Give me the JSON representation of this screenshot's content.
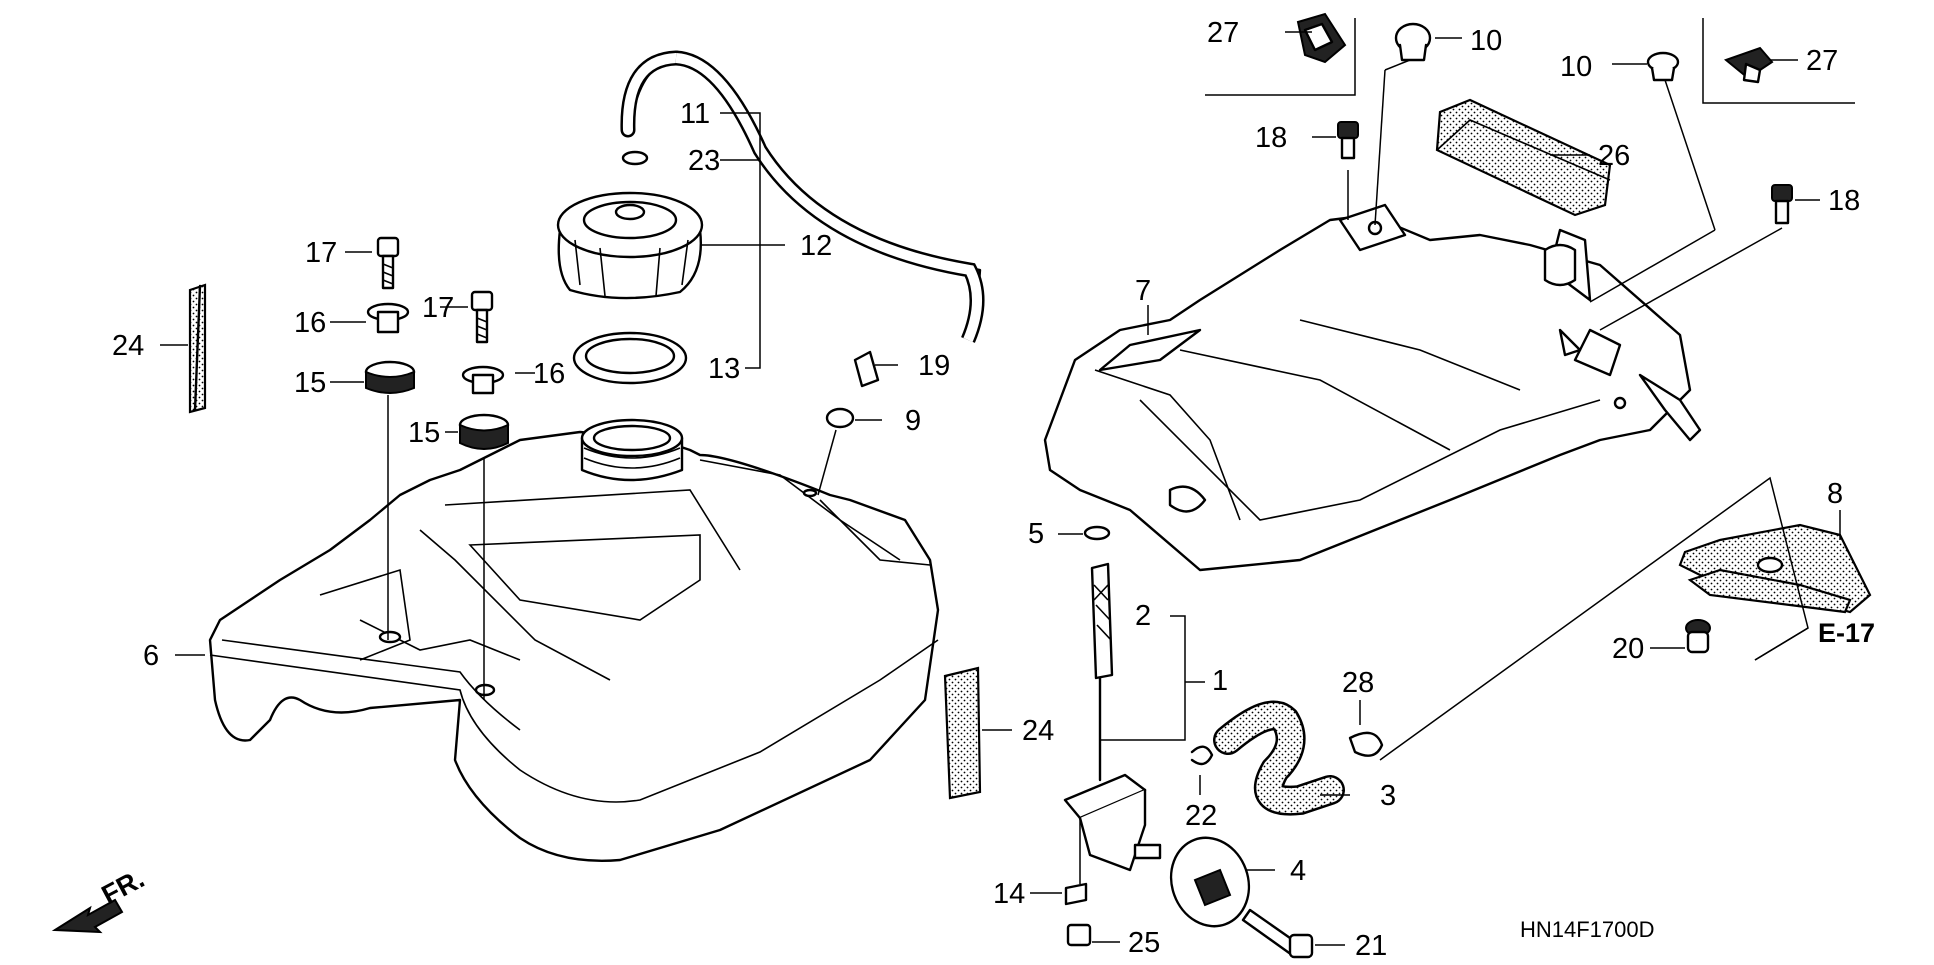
{
  "figure": {
    "drawing_code": "HN14F1700D",
    "reference_label": "E-17",
    "direction_label": "FR."
  },
  "callouts": [
    {
      "id": "c1",
      "text": "1"
    },
    {
      "id": "c2",
      "text": "2"
    },
    {
      "id": "c3",
      "text": "3"
    },
    {
      "id": "c4",
      "text": "4"
    },
    {
      "id": "c5",
      "text": "5"
    },
    {
      "id": "c6",
      "text": "6"
    },
    {
      "id": "c7",
      "text": "7"
    },
    {
      "id": "c8",
      "text": "8"
    },
    {
      "id": "c9",
      "text": "9"
    },
    {
      "id": "c10a",
      "text": "10"
    },
    {
      "id": "c10b",
      "text": "10"
    },
    {
      "id": "c11",
      "text": "11"
    },
    {
      "id": "c12",
      "text": "12"
    },
    {
      "id": "c13",
      "text": "13"
    },
    {
      "id": "c14",
      "text": "14"
    },
    {
      "id": "c15a",
      "text": "15"
    },
    {
      "id": "c15b",
      "text": "15"
    },
    {
      "id": "c16a",
      "text": "16"
    },
    {
      "id": "c16b",
      "text": "16"
    },
    {
      "id": "c17a",
      "text": "17"
    },
    {
      "id": "c17b",
      "text": "17"
    },
    {
      "id": "c18a",
      "text": "18"
    },
    {
      "id": "c18b",
      "text": "18"
    },
    {
      "id": "c19",
      "text": "19"
    },
    {
      "id": "c20",
      "text": "20"
    },
    {
      "id": "c21",
      "text": "21"
    },
    {
      "id": "c22",
      "text": "22"
    },
    {
      "id": "c23",
      "text": "23"
    },
    {
      "id": "c24a",
      "text": "24"
    },
    {
      "id": "c24b",
      "text": "24"
    },
    {
      "id": "c25",
      "text": "25"
    },
    {
      "id": "c26",
      "text": "26"
    },
    {
      "id": "c27a",
      "text": "27"
    },
    {
      "id": "c27b",
      "text": "27"
    },
    {
      "id": "c28",
      "text": "28"
    }
  ]
}
